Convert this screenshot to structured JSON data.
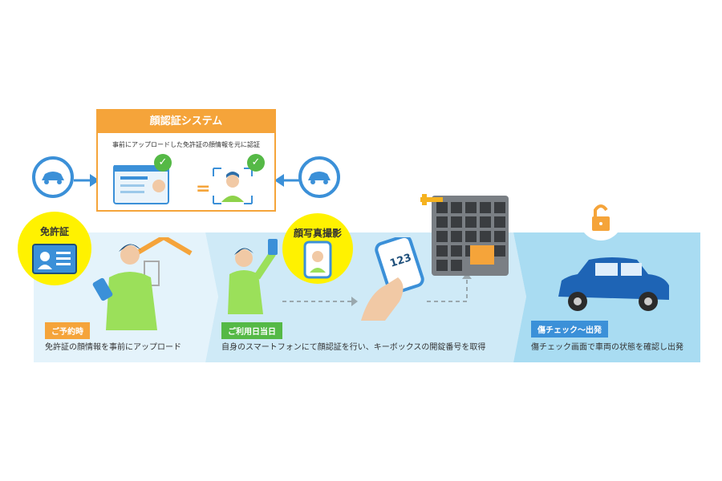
{
  "system": {
    "title": "顔認証システム",
    "subtitle": "事前にアップロードした免許証の顔情報を元に認証"
  },
  "steps": [
    {
      "label": "ご予約時",
      "desc": "免許証の顔情報を事前にアップロード",
      "color": "#f5a43a"
    },
    {
      "label": "ご利用日当日",
      "desc": "自身のスマートフォンにて顔認証を行い、キーボックスの開錠番号を取得",
      "color": "#55b946"
    },
    {
      "label": "傷チェック～出発",
      "desc": "傷チェック画面で車両の状態を確認し出発",
      "color": "#3b90d8"
    }
  ],
  "bubbles": {
    "license": "免許証",
    "photo": "顔写真撮影"
  },
  "phone_code": "123",
  "equals": "=",
  "icons": [
    "car-icon",
    "car-icon",
    "check-icon",
    "check-icon",
    "unlock-icon",
    "key-icon",
    "keybox-icon",
    "house-icon"
  ],
  "colors": {
    "orange": "#f5a43a",
    "green": "#55b946",
    "blue": "#3b90d8",
    "yellow": "#fff200",
    "band_light": "#dff1fb",
    "band_dark": "#bfe6f6"
  }
}
